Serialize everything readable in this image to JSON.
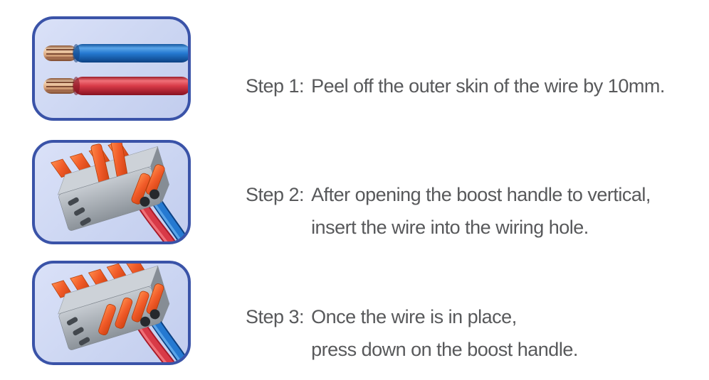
{
  "page": {
    "background": "#ffffff"
  },
  "colors": {
    "panel_border": "#3a53a8",
    "panel_fill": "#ccd6f2",
    "text": "#58595b",
    "wire_blue": "#2277cf",
    "wire_red": "#d32f3f",
    "copper": "#d7a07a",
    "connector_gray": "#a7adb4",
    "lever_orange": "#f05a28"
  },
  "steps": [
    {
      "label": "Step 1:",
      "lines": [
        "Peel off the outer skin of the wire by 10mm."
      ]
    },
    {
      "label": "Step 2:",
      "lines": [
        "After opening the boost handle to vertical,",
        "insert the wire into the wiring hole."
      ]
    },
    {
      "label": "Step 3:",
      "lines": [
        "Once the wire is in place,",
        "press down on the boost handle."
      ]
    }
  ],
  "panels": [
    {
      "image": "stripped-wires"
    },
    {
      "image": "connector-open-handles"
    },
    {
      "image": "connector-closed-handles"
    }
  ]
}
